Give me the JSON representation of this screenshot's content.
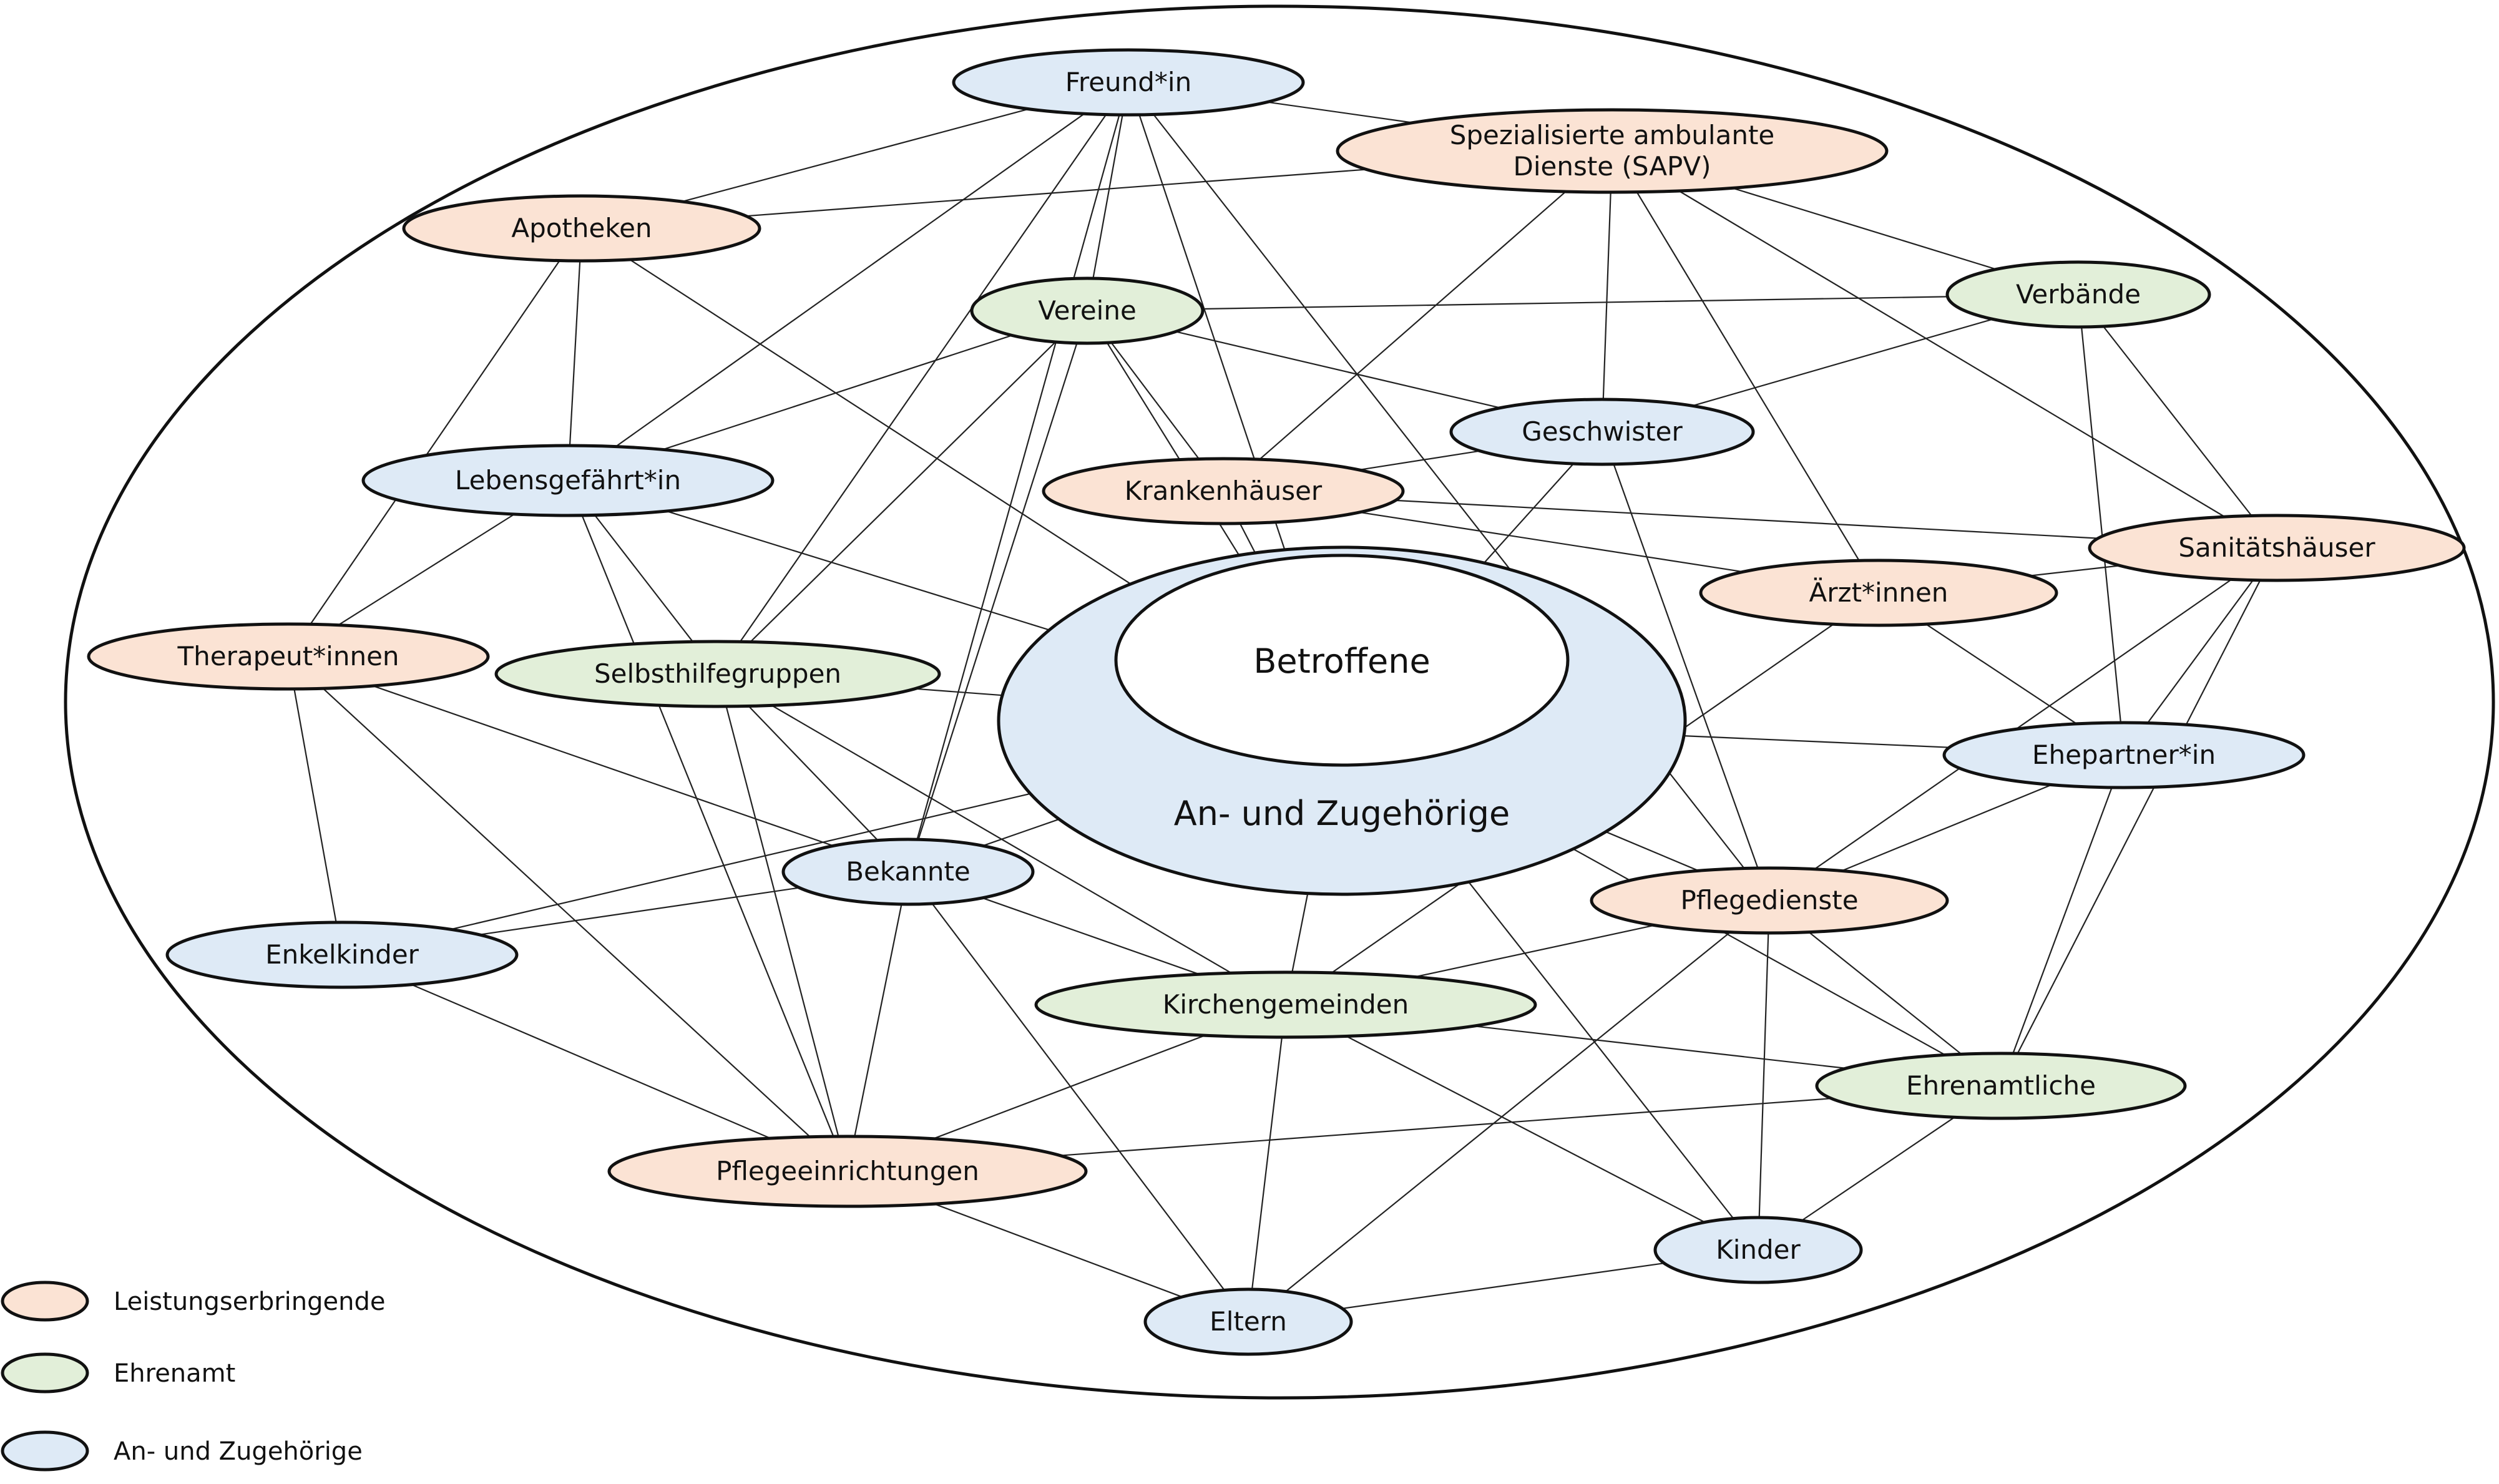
{
  "colors": {
    "leistungserbringende": "#fbe3d4",
    "ehrenamt": "#e2efd9",
    "angehoerige": "#deeaf6",
    "outline": "#111111",
    "edge": "#222222"
  },
  "center": {
    "inner_label": "Betroffene",
    "outer_label": "An- und Zugehörige"
  },
  "nodes": [
    {
      "id": "freund",
      "lines": [
        "Freund*in"
      ],
      "category": "angehoerige"
    },
    {
      "id": "sapv",
      "lines": [
        "Spezialisierte ambulante",
        "Dienste (SAPV)"
      ],
      "category": "leistungserbringende"
    },
    {
      "id": "apotheken",
      "lines": [
        "Apotheken"
      ],
      "category": "leistungserbringende"
    },
    {
      "id": "vereine",
      "lines": [
        "Vereine"
      ],
      "category": "ehrenamt"
    },
    {
      "id": "verbaende",
      "lines": [
        "Verbände"
      ],
      "category": "ehrenamt"
    },
    {
      "id": "geschwister",
      "lines": [
        "Geschwister"
      ],
      "category": "angehoerige"
    },
    {
      "id": "lebensgef",
      "lines": [
        "Lebensgefährt*in"
      ],
      "category": "angehoerige"
    },
    {
      "id": "krankenh",
      "lines": [
        "Krankenhäuser"
      ],
      "category": "leistungserbringende"
    },
    {
      "id": "sanitaet",
      "lines": [
        "Sanitätshäuser"
      ],
      "category": "leistungserbringende"
    },
    {
      "id": "aerzt",
      "lines": [
        "Ärzt*innen"
      ],
      "category": "leistungserbringende"
    },
    {
      "id": "therap",
      "lines": [
        "Therapeut*innen"
      ],
      "category": "leistungserbringende"
    },
    {
      "id": "selbsthilfe",
      "lines": [
        "Selbsthilfegruppen"
      ],
      "category": "ehrenamt"
    },
    {
      "id": "ehepartner",
      "lines": [
        "Ehepartner*in"
      ],
      "category": "angehoerige"
    },
    {
      "id": "bekannte",
      "lines": [
        "Bekannte"
      ],
      "category": "angehoerige"
    },
    {
      "id": "pflegedienste",
      "lines": [
        "Pflegedienste"
      ],
      "category": "leistungserbringende"
    },
    {
      "id": "enkel",
      "lines": [
        "Enkelkinder"
      ],
      "category": "angehoerige"
    },
    {
      "id": "kirchen",
      "lines": [
        "Kirchengemeinden"
      ],
      "category": "ehrenamt"
    },
    {
      "id": "ehrenamtliche",
      "lines": [
        "Ehrenamtliche"
      ],
      "category": "ehrenamt"
    },
    {
      "id": "pflegeeinr",
      "lines": [
        "Pflegeeinrichtungen"
      ],
      "category": "leistungserbringende"
    },
    {
      "id": "kinder",
      "lines": [
        "Kinder"
      ],
      "category": "angehoerige"
    },
    {
      "id": "eltern",
      "lines": [
        "Eltern"
      ],
      "category": "angehoerige"
    }
  ],
  "edges": [
    [
      "freund",
      "apotheken"
    ],
    [
      "freund",
      "sapv"
    ],
    [
      "freund",
      "vereine"
    ],
    [
      "freund",
      "lebensgef"
    ],
    [
      "freund",
      "selbsthilfe"
    ],
    [
      "freund",
      "pflegedienste"
    ],
    [
      "freund",
      "center"
    ],
    [
      "freund",
      "bekannte"
    ],
    [
      "sapv",
      "apotheken"
    ],
    [
      "sapv",
      "verbaende"
    ],
    [
      "sapv",
      "geschwister"
    ],
    [
      "sapv",
      "krankenh"
    ],
    [
      "sapv",
      "sanitaet"
    ],
    [
      "sapv",
      "aerzt"
    ],
    [
      "apotheken",
      "lebensgef"
    ],
    [
      "apotheken",
      "therap"
    ],
    [
      "apotheken",
      "center"
    ],
    [
      "vereine",
      "verbaende"
    ],
    [
      "vereine",
      "geschwister"
    ],
    [
      "vereine",
      "lebensgef"
    ],
    [
      "vereine",
      "krankenh"
    ],
    [
      "vereine",
      "bekannte"
    ],
    [
      "vereine",
      "selbsthilfe"
    ],
    [
      "vereine",
      "center"
    ],
    [
      "verbaende",
      "geschwister"
    ],
    [
      "verbaende",
      "sanitaet"
    ],
    [
      "verbaende",
      "ehepartner"
    ],
    [
      "geschwister",
      "krankenh"
    ],
    [
      "geschwister",
      "pflegedienste"
    ],
    [
      "geschwister",
      "center"
    ],
    [
      "lebensgef",
      "therap"
    ],
    [
      "lebensgef",
      "selbsthilfe"
    ],
    [
      "lebensgef",
      "pflegeeinr"
    ],
    [
      "lebensgef",
      "center"
    ],
    [
      "krankenh",
      "sanitaet"
    ],
    [
      "krankenh",
      "aerzt"
    ],
    [
      "krankenh",
      "center"
    ],
    [
      "sanitaet",
      "aerzt"
    ],
    [
      "sanitaet",
      "pflegedienste"
    ],
    [
      "sanitaet",
      "ehepartner"
    ],
    [
      "sanitaet",
      "ehrenamtliche"
    ],
    [
      "aerzt",
      "ehepartner"
    ],
    [
      "aerzt",
      "kirchen"
    ],
    [
      "therap",
      "enkel"
    ],
    [
      "therap",
      "bekannte"
    ],
    [
      "therap",
      "pflegeeinr"
    ],
    [
      "selbsthilfe",
      "bekannte"
    ],
    [
      "selbsthilfe",
      "pflegeeinr"
    ],
    [
      "selbsthilfe",
      "kirchen"
    ],
    [
      "selbsthilfe",
      "center"
    ],
    [
      "center",
      "ehepartner"
    ],
    [
      "center",
      "enkel"
    ],
    [
      "center",
      "kirchen"
    ],
    [
      "center",
      "kinder"
    ],
    [
      "center",
      "ehrenamtliche"
    ],
    [
      "center",
      "pflegedienste"
    ],
    [
      "center",
      "bekannte"
    ],
    [
      "ehepartner",
      "pflegedienste"
    ],
    [
      "ehepartner",
      "ehrenamtliche"
    ],
    [
      "bekannte",
      "pflegeeinr"
    ],
    [
      "bekannte",
      "kirchen"
    ],
    [
      "bekannte",
      "eltern"
    ],
    [
      "bekannte",
      "enkel"
    ],
    [
      "pflegedienste",
      "kirchen"
    ],
    [
      "pflegedienste",
      "ehrenamtliche"
    ],
    [
      "pflegedienste",
      "kinder"
    ],
    [
      "pflegedienste",
      "eltern"
    ],
    [
      "enkel",
      "pflegeeinr"
    ],
    [
      "kirchen",
      "eltern"
    ],
    [
      "kirchen",
      "kinder"
    ],
    [
      "kirchen",
      "ehrenamtliche"
    ],
    [
      "kirchen",
      "pflegeeinr"
    ],
    [
      "ehrenamtliche",
      "pflegeeinr"
    ],
    [
      "ehrenamtliche",
      "kinder"
    ],
    [
      "pflegeeinr",
      "eltern"
    ],
    [
      "kinder",
      "eltern"
    ]
  ],
  "legend": [
    {
      "label": "Leistungserbringende",
      "category": "leistungserbringende"
    },
    {
      "label": "Ehrenamt",
      "category": "ehrenamt"
    },
    {
      "label": "An- und Zugehörige",
      "category": "angehoerige"
    }
  ]
}
